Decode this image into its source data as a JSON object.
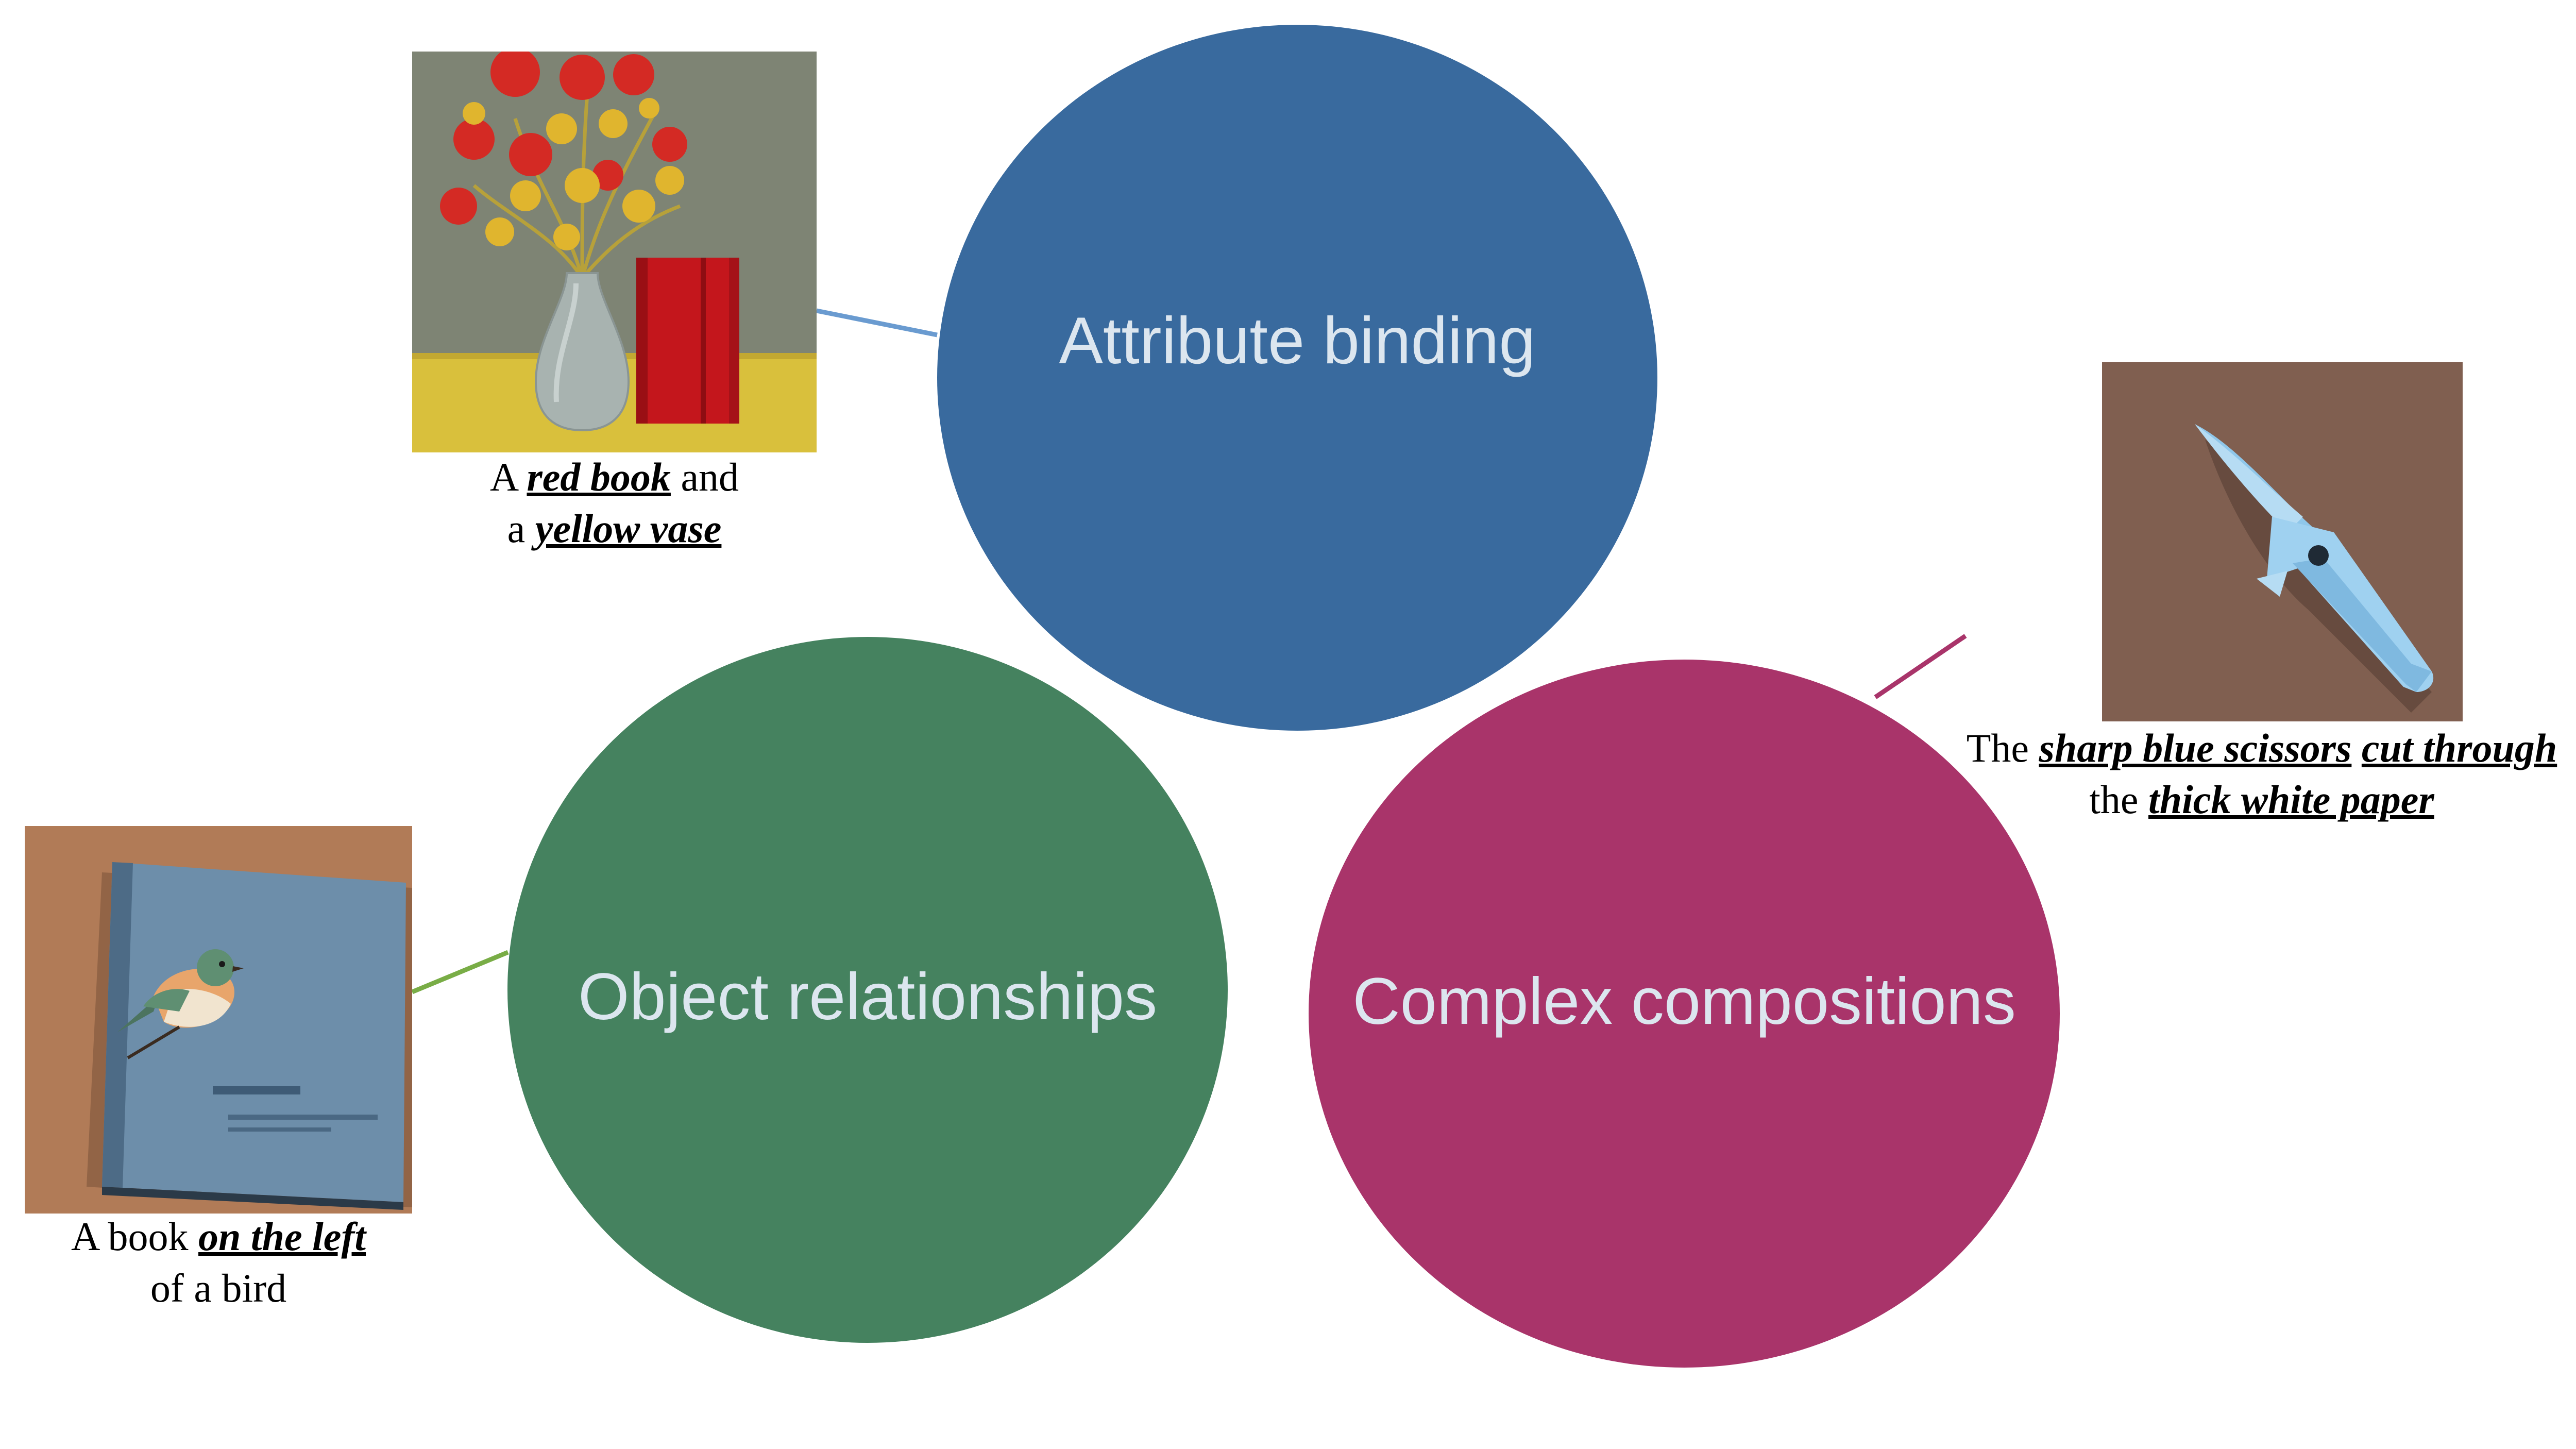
{
  "colors": {
    "attribute": "#396a9e",
    "object": "#45825f",
    "complex": "#a9346a",
    "attribute_line": "#6a9bd0",
    "object_line": "#79ad46",
    "complex_line": "#a9346a",
    "label_text": "#dce6ef"
  },
  "circles": {
    "attribute": {
      "label": "Attribute binding"
    },
    "object": {
      "label": "Object relationships"
    },
    "complex": {
      "label": "Complex compositions"
    }
  },
  "examples": {
    "attribute": {
      "image_icon": "vase-with-flowers-and-red-book-image",
      "caption_line1": [
        "A ",
        "red book",
        " and"
      ],
      "caption_line2": [
        "a ",
        "yellow vase",
        ""
      ]
    },
    "object": {
      "image_icon": "bird-on-book-image",
      "caption_line1": [
        "A book ",
        "on the left",
        ""
      ],
      "caption_line2": [
        "of a bird",
        "",
        ""
      ]
    },
    "complex": {
      "image_icon": "paper-scissors-image",
      "caption_line1": [
        "The ",
        "sharp blue scissors",
        " ",
        "cut through"
      ],
      "caption_line2": [
        "the ",
        "thick white paper",
        ""
      ]
    }
  }
}
